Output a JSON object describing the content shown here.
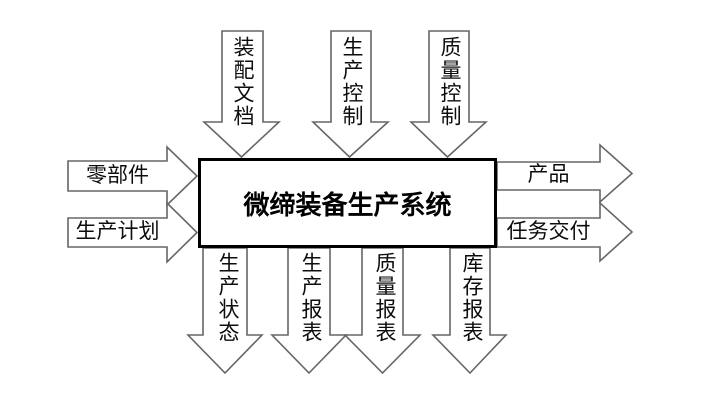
{
  "diagram": {
    "center": {
      "label": "微缔装备生产系统"
    },
    "top_inputs": [
      {
        "label": "装配文档"
      },
      {
        "label": "生产控制"
      },
      {
        "label": "质量控制"
      }
    ],
    "left_inputs": [
      {
        "label": "零部件"
      },
      {
        "label": "生产计划"
      }
    ],
    "right_outputs": [
      {
        "label": "产品"
      },
      {
        "label": "任务交付"
      }
    ],
    "bottom_outputs": [
      {
        "label": "生产状态"
      },
      {
        "label": "生产报表"
      },
      {
        "label": "质量报表"
      },
      {
        "label": "库存报表"
      }
    ],
    "colors": {
      "arrow_outline": "#666666",
      "box_border": "#000000",
      "text": "#0d0d0d",
      "background": "#ffffff"
    }
  }
}
